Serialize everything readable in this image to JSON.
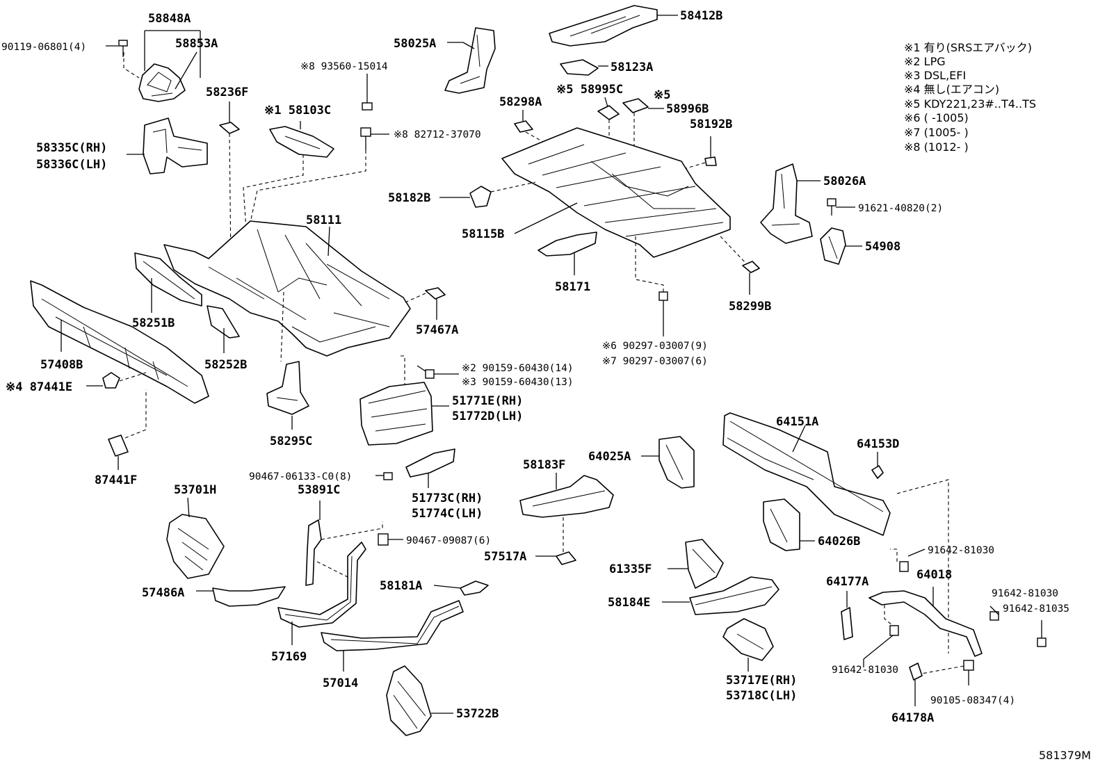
{
  "legend_notes": [
    "※1 有り(SRSエアバック)",
    "※2 LPG",
    "※3 DSL,EFI",
    "※4 無し(エアコン)",
    "※5 KDY221,23#..T4..TS",
    "※6 (      -1005)",
    "※7 (1005-      )",
    "※8 (1012-      )"
  ],
  "figure_id": "581379M",
  "labels": {
    "p58848A": "58848A",
    "p90119": "90119-06801(4)",
    "p58853A": "58853A",
    "p58025A": "58025A",
    "p58412B": "58412B",
    "p58123A": "58123A",
    "p93560": "※8 93560-15014",
    "p58236F": "58236F",
    "p58103C": "※1 58103C",
    "p58335C": "58335C(RH)",
    "p58336C": "58336C(LH)",
    "p82712": "※8 82712-37070",
    "p58995C": "※5 58995C",
    "p58996B": "58996B",
    "p58996B_note": "※5",
    "p58298A": "58298A",
    "p58192B": "58192B",
    "p58026A": "58026A",
    "p91621": "91621-40820(2)",
    "p54908": "54908",
    "p58182B": "58182B",
    "p58111": "58111",
    "p58115B": "58115B",
    "p58171": "58171",
    "p58299B": "58299B",
    "p58251B": "58251B",
    "p57467A": "57467A",
    "p90297a": "※6 90297-03007(9)",
    "p90297b": "※7 90297-03007(6)",
    "p57408B": "57408B",
    "p58252B": "58252B",
    "p90159a": "※2 90159-60430(14)",
    "p90159b": "※3 90159-60430(13)",
    "p87441E": "※4 87441E",
    "p51771E": "51771E(RH)",
    "p51772D": "51772D(LH)",
    "p58295C": "58295C",
    "p64151A": "64151A",
    "p64153D": "64153D",
    "p87441F": "87441F",
    "p58183F": "58183F",
    "p64025A": "64025A",
    "p90467a": "90467-06133-C0(8)",
    "p51773C": "51773C(RH)",
    "p51774C": "51774C(LH)",
    "p53701H": "53701H",
    "p53891C": "53891C",
    "p90467b": "90467-09087(6)",
    "p57517A": "57517A",
    "p64026B": "64026B",
    "p91642a": "91642-81030",
    "p61335F": "61335F",
    "p64177A": "64177A",
    "p64018": "64018",
    "p91642b": "91642-81030",
    "p91642c": "91642-81035",
    "p57486A": "57486A",
    "p58181A": "58181A",
    "p58184E": "58184E",
    "p57169": "57169",
    "p57014": "57014",
    "p53717E": "53717E(RH)",
    "p53718C": "53718C(LH)",
    "p91642d": "91642-81030",
    "p90105": "90105-08347(4)",
    "p64178A": "64178A",
    "p53722B": "53722B"
  }
}
